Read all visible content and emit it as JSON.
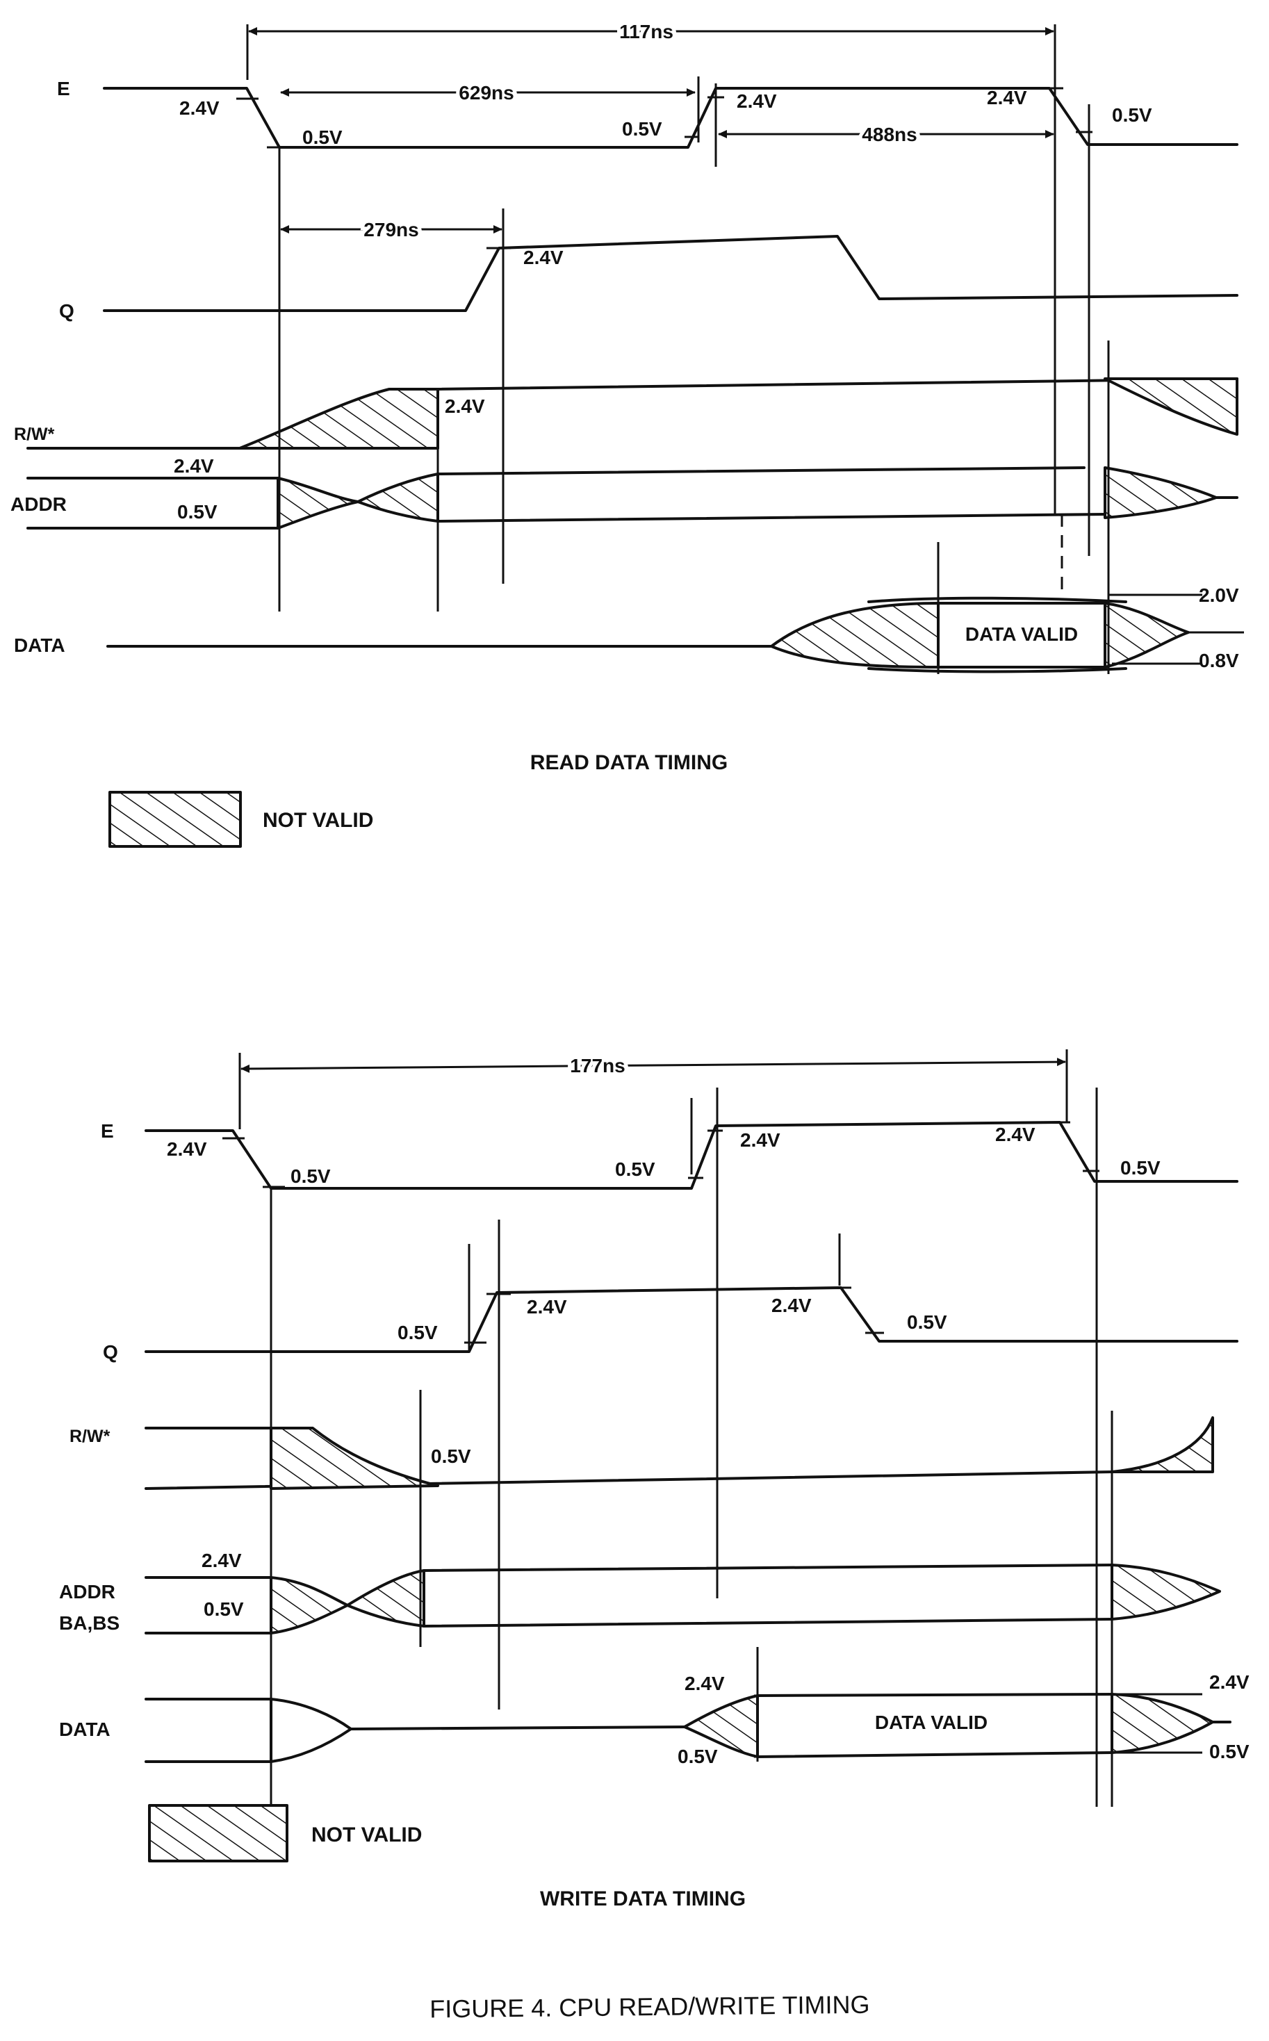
{
  "read": {
    "caption": "READ DATA TIMING",
    "legend": "NOT VALID",
    "signals": {
      "e": "E",
      "q": "Q",
      "rw": "R/W*",
      "addr": "ADDR",
      "data": "DATA"
    },
    "timings": {
      "t1": "117ns",
      "t2": "629ns",
      "t3": "488ns",
      "t4": "279ns"
    },
    "levels": {
      "e_fall_hi": "2.4V",
      "e_fall_lo": "0.5V",
      "e_rise_lo": "0.5V",
      "e_rise_hi": "2.4V",
      "e_fall2_hi": "2.4V",
      "e_fall2_lo": "0.5V",
      "q_rise_hi": "2.4V",
      "rw_hi": "2.4V",
      "addr_hi": "2.4V",
      "addr_lo": "0.5V",
      "data_hi": "2.0V",
      "data_lo": "0.8V"
    },
    "data_valid": "DATA VALID"
  },
  "write": {
    "caption": "WRITE DATA TIMING",
    "legend": "NOT VALID",
    "signals": {
      "e": "E",
      "q": "Q",
      "rw": "R/W*",
      "addr1": "ADDR",
      "addr2": "BA,BS",
      "data": "DATA"
    },
    "timings": {
      "t1": "177ns"
    },
    "levels": {
      "e_fall_hi": "2.4V",
      "e_fall_lo": "0.5V",
      "e_rise_lo": "0.5V",
      "e_rise_hi": "2.4V",
      "e_fall2_hi": "2.4V",
      "e_fall2_lo": "0.5V",
      "q_rise_lo": "0.5V",
      "q_rise_hi": "2.4V",
      "q_fall_hi": "2.4V",
      "q_fall_lo": "0.5V",
      "rw_lo": "0.5V",
      "addr_hi": "2.4V",
      "addr_lo": "0.5V",
      "data_l_hi": "2.4V",
      "data_l_lo": "0.5V",
      "data_r_hi": "2.4V",
      "data_r_lo": "0.5V"
    },
    "data_valid": "DATA VALID"
  },
  "figure_title": "FIGURE 4.  CPU READ/WRITE TIMING"
}
